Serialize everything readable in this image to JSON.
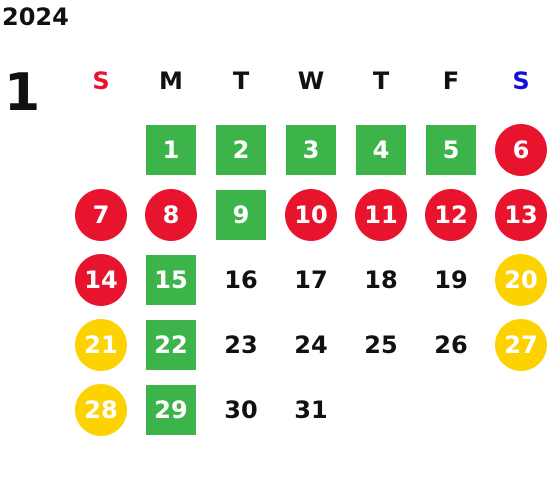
{
  "calendar": {
    "year": "2024",
    "month": "1",
    "weekdays": [
      {
        "label": "S",
        "type": "sun"
      },
      {
        "label": "M",
        "type": "normal"
      },
      {
        "label": "T",
        "type": "normal"
      },
      {
        "label": "W",
        "type": "normal"
      },
      {
        "label": "T",
        "type": "normal"
      },
      {
        "label": "F",
        "type": "normal"
      },
      {
        "label": "S",
        "type": "sat"
      }
    ],
    "first_weekday_index": 1,
    "days": [
      {
        "day": "1",
        "style": "green"
      },
      {
        "day": "2",
        "style": "green"
      },
      {
        "day": "3",
        "style": "green"
      },
      {
        "day": "4",
        "style": "green"
      },
      {
        "day": "5",
        "style": "green"
      },
      {
        "day": "6",
        "style": "red"
      },
      {
        "day": "7",
        "style": "red"
      },
      {
        "day": "8",
        "style": "red"
      },
      {
        "day": "9",
        "style": "green"
      },
      {
        "day": "10",
        "style": "red"
      },
      {
        "day": "11",
        "style": "red"
      },
      {
        "day": "12",
        "style": "red"
      },
      {
        "day": "13",
        "style": "red"
      },
      {
        "day": "14",
        "style": "red"
      },
      {
        "day": "15",
        "style": "green"
      },
      {
        "day": "16",
        "style": "plain"
      },
      {
        "day": "17",
        "style": "plain"
      },
      {
        "day": "18",
        "style": "plain"
      },
      {
        "day": "19",
        "style": "plain"
      },
      {
        "day": "20",
        "style": "yellow"
      },
      {
        "day": "21",
        "style": "yellow"
      },
      {
        "day": "22",
        "style": "green"
      },
      {
        "day": "23",
        "style": "plain"
      },
      {
        "day": "24",
        "style": "plain"
      },
      {
        "day": "25",
        "style": "plain"
      },
      {
        "day": "26",
        "style": "plain"
      },
      {
        "day": "27",
        "style": "yellow"
      },
      {
        "day": "28",
        "style": "yellow"
      },
      {
        "day": "29",
        "style": "green"
      },
      {
        "day": "30",
        "style": "plain"
      },
      {
        "day": "31",
        "style": "plain"
      }
    ],
    "colors": {
      "green": "#3cb44a",
      "red": "#e8132d",
      "yellow": "#fcd200",
      "sunday_header": "#e8132d",
      "saturday_header": "#1010dc"
    }
  }
}
